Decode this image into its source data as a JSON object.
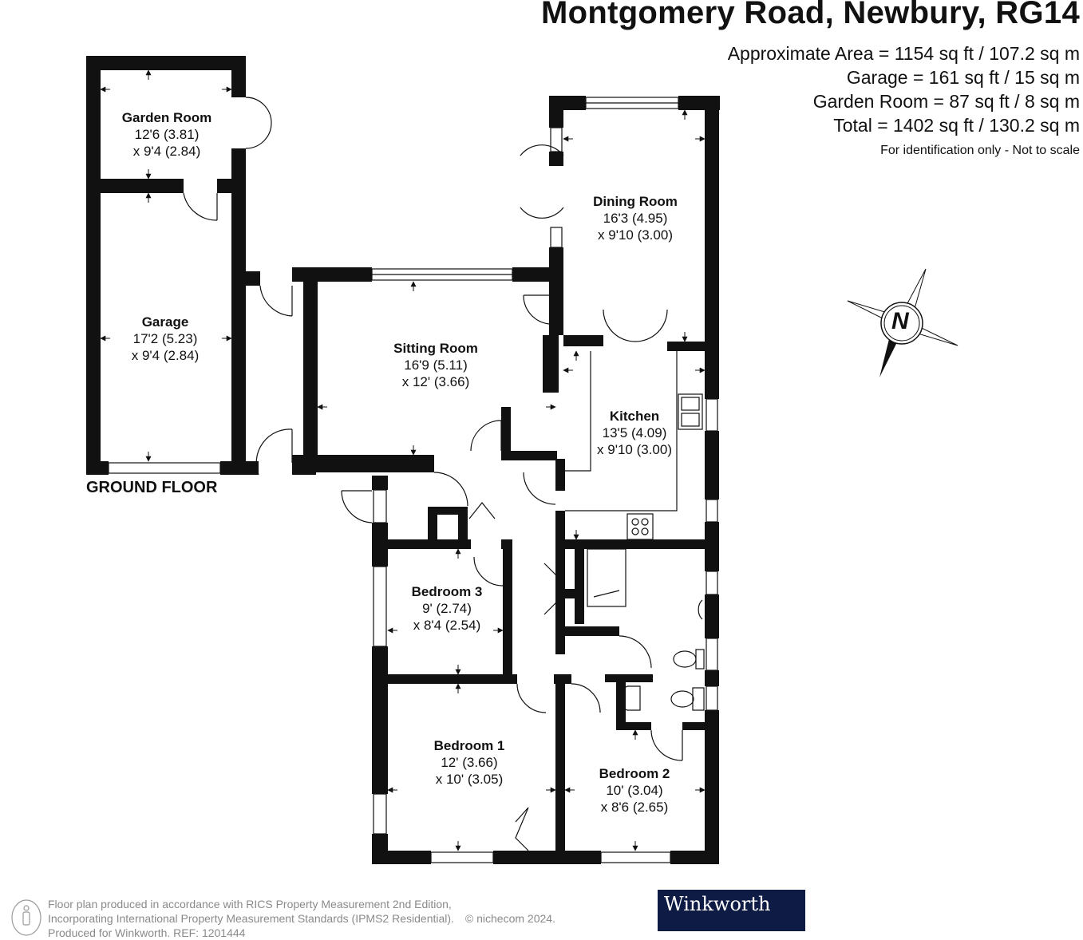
{
  "header": {
    "title": "Montgomery Road, Newbury, RG14",
    "areas": [
      "Approximate Area = 1154 sq ft / 107.2 sq m",
      "Garage = 161 sq ft / 15 sq m",
      "Garden Room = 87 sq ft / 8 sq m",
      "Total = 1402 sq ft / 130.2 sq m"
    ],
    "disclaimer": "For identification only - Not to scale"
  },
  "floor_label": "GROUND FLOOR",
  "rooms": {
    "garden_room": {
      "name": "Garden Room",
      "dim1": "12'6 (3.81)",
      "dim2": "x 9'4 (2.84)"
    },
    "garage": {
      "name": "Garage",
      "dim1": "17'2 (5.23)",
      "dim2": "x 9'4 (2.84)"
    },
    "sitting_room": {
      "name": "Sitting Room",
      "dim1": "16'9 (5.11)",
      "dim2": "x 12' (3.66)"
    },
    "dining_room": {
      "name": "Dining Room",
      "dim1": "16'3 (4.95)",
      "dim2": "x 9'10 (3.00)"
    },
    "kitchen": {
      "name": "Kitchen",
      "dim1": "13'5 (4.09)",
      "dim2": "x 9'10 (3.00)"
    },
    "bedroom_3": {
      "name": "Bedroom 3",
      "dim1": "9' (2.74)",
      "dim2": "x 8'4 (2.54)"
    },
    "bedroom_1": {
      "name": "Bedroom 1",
      "dim1": "12' (3.66)",
      "dim2": "x 10' (3.05)"
    },
    "bedroom_2": {
      "name": "Bedroom 2",
      "dim1": "10' (3.04)",
      "dim2": "x 8'6 (2.65)"
    }
  },
  "compass": {
    "label": "N",
    "icon": "north-arrow-icon"
  },
  "footer": {
    "line1": "Floor plan produced in accordance with RICS Property Measurement 2nd Edition,",
    "line2": "Incorporating International Property Measurement Standards (IPMS2 Residential).",
    "copyright": "© nichecom 2024.",
    "line3": "Produced for Winkworth.   REF: 1201444"
  },
  "brand": {
    "name": "Winkworth",
    "bg_color": "#0e1b44"
  },
  "colors": {
    "wall": "#111111",
    "text": "#111111",
    "footer_text": "#8a8a8a"
  }
}
